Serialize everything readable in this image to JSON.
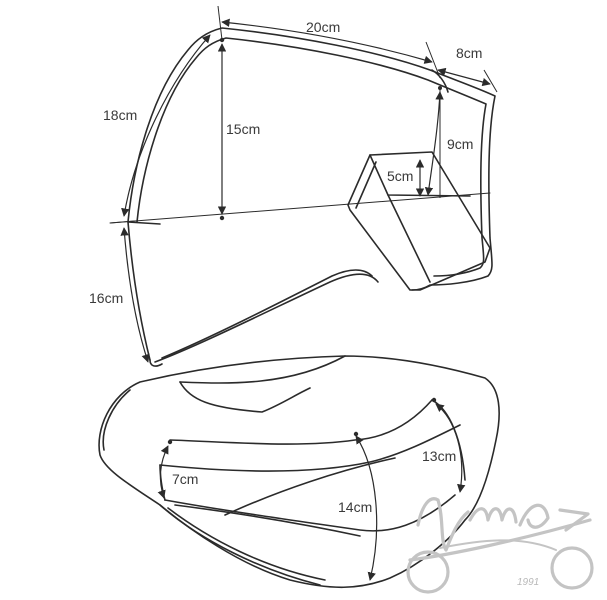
{
  "top_view": {
    "labels": {
      "width_top": "20cm",
      "width_side": "8cm",
      "height_left_upper": "18cm",
      "height_center": "15cm",
      "height_right": "9cm",
      "step_height": "5cm",
      "height_left_lower": "16cm"
    }
  },
  "bottom_view": {
    "labels": {
      "front_height": "7cm",
      "right_height": "13cm",
      "mid_height": "14cm"
    }
  },
  "logo": {
    "year": "1991"
  },
  "colors": {
    "stroke": "#2b2b2b",
    "text": "#3a3a3a",
    "logo": "#c4c4c4"
  }
}
